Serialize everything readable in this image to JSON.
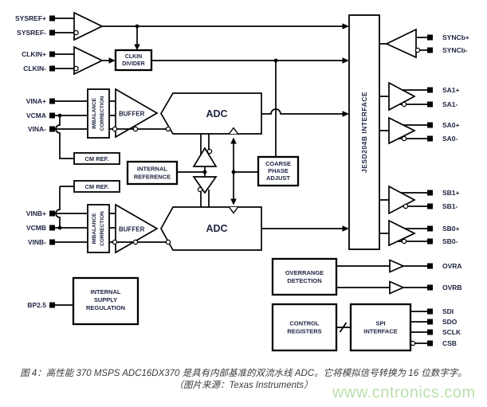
{
  "figure": {
    "caption_line1": "图 4：高性能 370 MSPS ADC16DX370 是具有内部基准的双流水线 ADC。它将模拟信号转换为 16 位数字字。",
    "caption_line2": "（图片来源：Texas Instruments）",
    "watermark": "www.cntronics.com"
  },
  "pins": {
    "left": [
      "SYSREF+",
      "SYSREF-",
      "CLKIN+",
      "CLKIN-",
      "VINA+",
      "VCMA",
      "VINA-",
      "VINB+",
      "VCMB",
      "VINB-",
      "BP2.5"
    ],
    "right": [
      "SYNCb+",
      "SYNCb-",
      "SA1+",
      "SA1-",
      "SA0+",
      "SA0-",
      "SB1+",
      "SB1-",
      "SB0+",
      "SB0-",
      "OVRA",
      "OVRB",
      "SDI",
      "SDO",
      "SCLK",
      "CSB"
    ]
  },
  "blocks": {
    "clkin_divider": [
      "CLKIN",
      "DIVIDER"
    ],
    "imbalance_correction": [
      "IMBALANCE",
      "CORRECTION"
    ],
    "buffer": "BUFFER",
    "adc": "ADC",
    "cm_ref": "CM REF.",
    "internal_reference": [
      "INTERNAL",
      "REFERENCE"
    ],
    "coarse_phase_adjust": [
      "COARSE",
      "PHASE",
      "ADJUST"
    ],
    "internal_supply_regulation": [
      "INTERNAL",
      "SUPPLY",
      "REGULATION"
    ],
    "jesd204b_interface": "JESD204B INTERFACE",
    "overrange_detection": [
      "OVERRANGE",
      "DETECTION"
    ],
    "control_registers": [
      "CONTROL",
      "REGISTERS"
    ],
    "spi_interface": [
      "SPI",
      "INTERFACE"
    ]
  },
  "colors": {
    "background": "#ffffff",
    "line": "#000000",
    "label": "#1c2340",
    "caption": "#3a3a3a",
    "watermark": "#b9e0ab"
  }
}
